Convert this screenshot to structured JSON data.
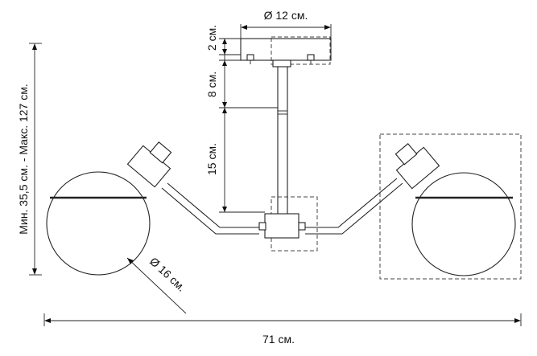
{
  "dimensions": {
    "canopy_diameter": "Ø 12 см.",
    "canopy_height": "2 см.",
    "rod_upper": "8 см.",
    "rod_lower": "15 см.",
    "total_height": "Мин. 35,5 см. - Макс. 127 см.",
    "shade_diameter": "Ø 16 см.",
    "total_width": "71 см."
  },
  "colors": {
    "line": "#222222",
    "background": "#ffffff"
  }
}
